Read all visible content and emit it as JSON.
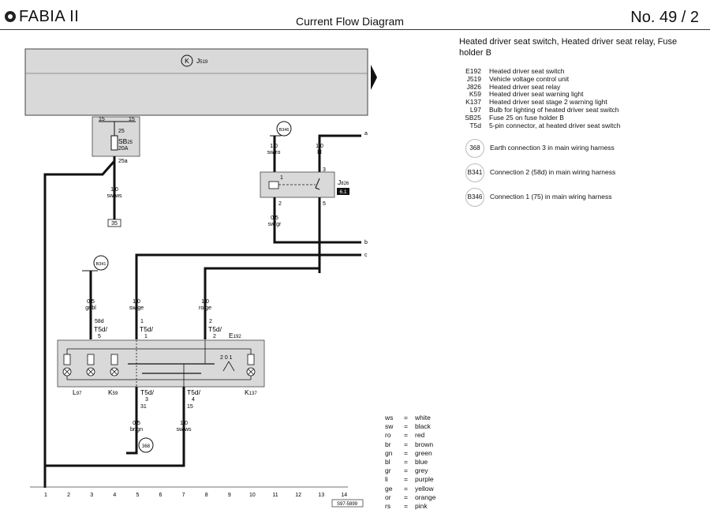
{
  "header": {
    "model": "FABIA II",
    "diagram_type": "Current Flow Diagram",
    "number": "No.  49 / 2"
  },
  "legend": {
    "title": "Heated driver seat switch, Heated driver seat relay, Fuse holder B",
    "items": [
      {
        "code": "E192",
        "desc": "Heated driver seat switch"
      },
      {
        "code": "J519",
        "desc": "Vehicle voltage control unit"
      },
      {
        "code": "J826",
        "desc": "Heated driver seat relay"
      },
      {
        "code": "K59",
        "desc": "Heated driver seat warning light"
      },
      {
        "code": "K137",
        "desc": "Heated driver seat stage 2 warning light"
      },
      {
        "code": "L97",
        "desc": "Bulb for lighting of heated driver seat switch"
      },
      {
        "code": "SB25",
        "desc": "Fuse 25 on fuse holder B"
      },
      {
        "code": "T5d",
        "desc": "5-pin connector, at heated driver seat switch"
      }
    ],
    "connections": [
      {
        "code": "368",
        "desc": "Earth connection 3 in main wiring harness"
      },
      {
        "code": "B341",
        "desc": "Connection 2 (58d) in main wiring harness"
      },
      {
        "code": "B346",
        "desc": "Connection 1 (75) in main wiring harness"
      }
    ]
  },
  "wire_colors": [
    {
      "abbr": "ws",
      "name": "white"
    },
    {
      "abbr": "sw",
      "name": "black"
    },
    {
      "abbr": "ro",
      "name": "red"
    },
    {
      "abbr": "br",
      "name": "brown"
    },
    {
      "abbr": "gn",
      "name": "green"
    },
    {
      "abbr": "bl",
      "name": "blue"
    },
    {
      "abbr": "gr",
      "name": "grey"
    },
    {
      "abbr": "li",
      "name": "purple"
    },
    {
      "abbr": "ge",
      "name": "yellow"
    },
    {
      "abbr": "or",
      "name": "orange"
    },
    {
      "abbr": "rs",
      "name": "pink"
    }
  ],
  "diagram": {
    "control_unit": {
      "symbol": "K",
      "label": "J",
      "sub": "519"
    },
    "fuse": {
      "top_left": "15",
      "top_right": "15",
      "in_pin": "25",
      "label": "SB",
      "sub": "25",
      "rating": "20A",
      "out_pin": "25a"
    },
    "wires": {
      "fuse_out": {
        "size": "1,0",
        "color": "sw/ws"
      },
      "relay_in": {
        "size": "1,0",
        "color": "sw/ro"
      },
      "relay_sw": {
        "size": "1,0",
        "color": "bl"
      },
      "relay_out": {
        "size": "0,5",
        "color": "sw/gr"
      },
      "sw_pin5": {
        "size": "0,5",
        "color": "gr/bl"
      },
      "sw_pin1": {
        "size": "1,0",
        "color": "sw/ge"
      },
      "sw_pin2": {
        "size": "1,0",
        "color": "ro/ge"
      },
      "sw_pin3": {
        "size": "0,5",
        "color": "br/gn"
      },
      "sw_pin4": {
        "size": "1,0",
        "color": "sw/ws"
      }
    },
    "ground_ref": "35",
    "relay": {
      "label": "J",
      "sub": "826",
      "tag": "6.1",
      "pins": [
        "1",
        "3",
        "2",
        "5"
      ]
    },
    "switch": {
      "label": "E",
      "sub": "192",
      "positions": "2 0 1"
    },
    "conn_labels": {
      "p5": {
        "fn": "58d",
        "name": "T5d/",
        "pin": "5"
      },
      "p1": {
        "fn": "1",
        "name": "T5d/",
        "pin": "1"
      },
      "p2": {
        "fn": "2",
        "name": "T5d/",
        "pin": "2"
      },
      "p3": {
        "fn": "31",
        "name": "T5d/",
        "pin": "3"
      },
      "p4": {
        "fn": "15",
        "name": "T5d/",
        "pin": "4"
      }
    },
    "lamps": {
      "l97": "L",
      "l97_sub": "97",
      "k59": "K",
      "k59_sub": "59",
      "k137": "K",
      "k137_sub": "137"
    },
    "ground_circle": "368",
    "b341_circle": "B341",
    "b346_circle": "B346",
    "edge_refs": [
      "a",
      "b",
      "c"
    ],
    "grid_numbers": [
      "1",
      "2",
      "3",
      "4",
      "5",
      "6",
      "7",
      "8",
      "9",
      "10",
      "11",
      "12",
      "13",
      "14"
    ],
    "figure_ref": "S97-5899"
  }
}
